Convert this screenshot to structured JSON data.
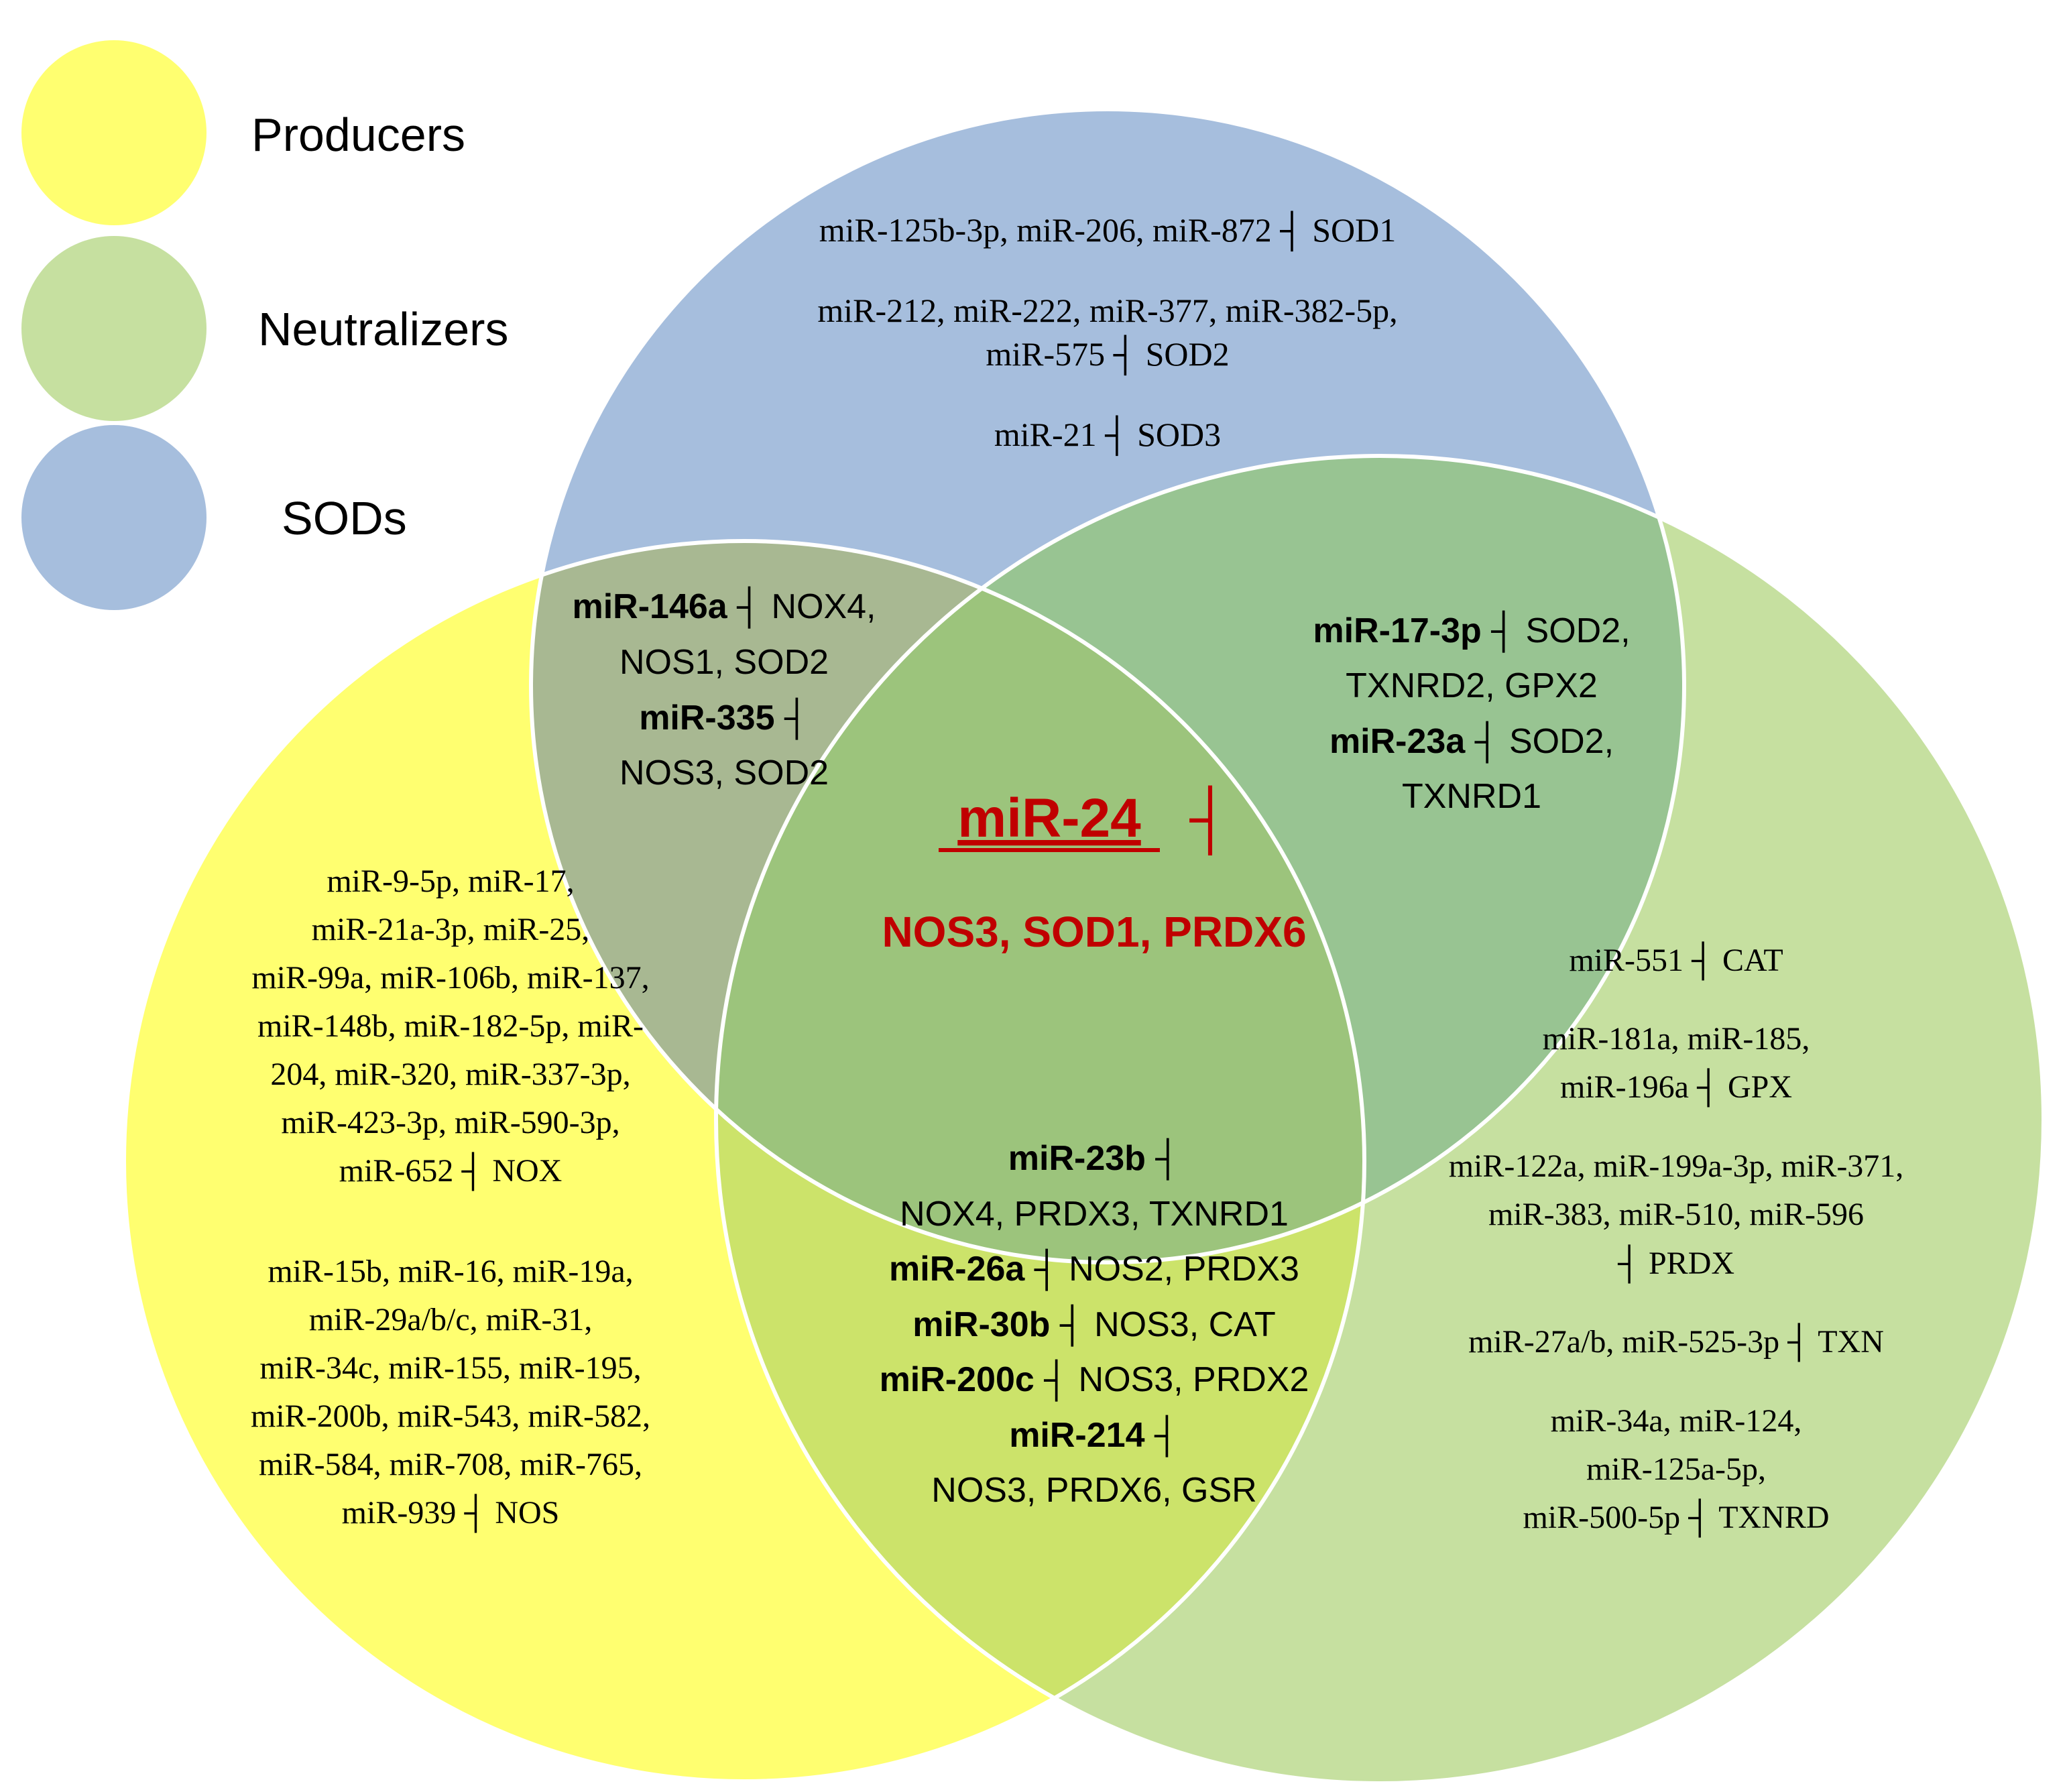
{
  "colors": {
    "producers": "#ffff66",
    "neutralizers": "#c6e0a0",
    "sods": "#a6bedd",
    "core": "#c00000",
    "outline": "#ffffff"
  },
  "legend": [
    {
      "label": "Producers",
      "color": "#ffff66",
      "icon": "yellow-circle"
    },
    {
      "label": "Neutralizers",
      "color": "#c6e0a0",
      "icon": "green-circle"
    },
    {
      "label": "SODs",
      "color": "#a6bedd",
      "icon": "blue-circle"
    }
  ],
  "regions": {
    "sods_only": [
      [
        {
          "t": "miR-125b-3p, miR-206, miR-872 ┤ SOD1"
        }
      ],
      [
        {
          "t": "miR-212, miR-222, miR-377, miR-382-5p,"
        }
      ],
      [
        {
          "t": "miR-575 ┤ SOD2"
        }
      ],
      [
        {
          "t": "miR-21 ┤ SOD3"
        }
      ]
    ],
    "producers_sods": [
      [
        {
          "t": "miR-146a",
          "b": true
        },
        {
          "t": " ┤ NOX4,"
        }
      ],
      [
        {
          "t": "NOS1, SOD2"
        }
      ],
      [
        {
          "t": "miR-335",
          "b": true
        },
        {
          "t": " ┤"
        }
      ],
      [
        {
          "t": "NOS3, SOD2"
        }
      ]
    ],
    "neutralizers_sods": [
      [
        {
          "t": "miR-17-3p",
          "b": true
        },
        {
          "t": " ┤ SOD2,"
        }
      ],
      [
        {
          "t": "TXNRD2, GPX2"
        }
      ],
      [
        {
          "t": "miR-23a",
          "b": true
        },
        {
          "t": " ┤ SOD2,"
        }
      ],
      [
        {
          "t": "TXNRD1"
        }
      ]
    ],
    "center": {
      "mirna": "miR-24",
      "symbol": "┤",
      "targets": "NOS3, SOD1, PRDX6"
    },
    "producers_only": [
      [
        {
          "t": "miR-9-5p, miR-17,"
        }
      ],
      [
        {
          "t": "miR-21a-3p, miR-25,"
        }
      ],
      [
        {
          "t": "miR-99a, miR-106b, miR-137,"
        }
      ],
      [
        {
          "t": "miR-148b, miR-182-5p, miR-"
        }
      ],
      [
        {
          "t": "204, miR-320, miR-337-3p,"
        }
      ],
      [
        {
          "t": "miR-423-3p, miR-590-3p,"
        }
      ],
      [
        {
          "t": "miR-652 ┤ NOX"
        }
      ],
      [
        {
          "t": "miR-15b, miR-16, miR-19a,"
        }
      ],
      [
        {
          "t": "miR-29a/b/c, miR-31,"
        }
      ],
      [
        {
          "t": "miR-34c, miR-155, miR-195,"
        }
      ],
      [
        {
          "t": "miR-200b, miR-543, miR-582,"
        }
      ],
      [
        {
          "t": "miR-584, miR-708, miR-765,"
        }
      ],
      [
        {
          "t": "miR-939 ┤ NOS"
        }
      ]
    ],
    "producers_neutralizers": [
      [
        {
          "t": "miR-23b",
          "b": true
        },
        {
          "t": " ┤"
        }
      ],
      [
        {
          "t": "NOX4, PRDX3, TXNRD1"
        }
      ],
      [
        {
          "t": "miR-26a",
          "b": true
        },
        {
          "t": " ┤ NOS2, PRDX3"
        }
      ],
      [
        {
          "t": "miR-30b",
          "b": true
        },
        {
          "t": " ┤ NOS3, CAT"
        }
      ],
      [
        {
          "t": "miR-200c",
          "b": true
        },
        {
          "t": " ┤ NOS3, PRDX2"
        }
      ],
      [
        {
          "t": "miR-214",
          "b": true
        },
        {
          "t": " ┤"
        }
      ],
      [
        {
          "t": "NOS3, PRDX6, GSR"
        }
      ]
    ],
    "neutralizers_only": [
      [
        {
          "t": "miR-551 ┤ CAT"
        }
      ],
      [
        {
          "t": "miR-181a, miR-185,"
        }
      ],
      [
        {
          "t": "miR-196a ┤ GPX"
        }
      ],
      [
        {
          "t": "miR-122a, miR-199a-3p, miR-371,"
        }
      ],
      [
        {
          "t": "miR-383, miR-510, miR-596"
        }
      ],
      [
        {
          "t": "┤ PRDX"
        }
      ],
      [
        {
          "t": "miR-27a/b, miR-525-3p ┤ TXN"
        }
      ],
      [
        {
          "t": "miR-34a, miR-124,"
        }
      ],
      [
        {
          "t": "miR-125a-5p,"
        }
      ],
      [
        {
          "t": "miR-500-5p ┤ TXNRD"
        }
      ]
    ]
  }
}
